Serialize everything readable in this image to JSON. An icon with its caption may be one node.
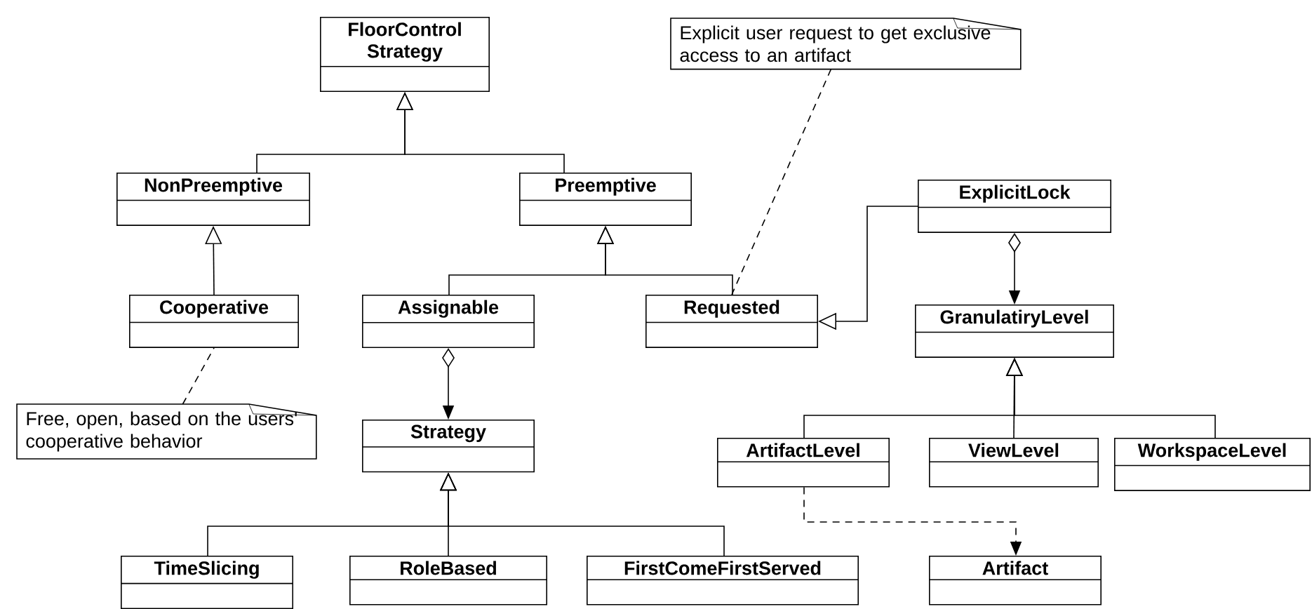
{
  "diagram": {
    "nodes": [
      {
        "text": [
          "FloorControl Strategy"
        ]
      },
      {
        "text": [
          "NonPreemptive"
        ]
      },
      {
        "text": [
          "Preemptive"
        ]
      },
      {
        "text": [
          "Cooperative"
        ]
      },
      {
        "text": [
          "Assignable"
        ]
      },
      {
        "text": [
          "Requested"
        ]
      },
      {
        "text": [
          "ExplicitLock"
        ]
      },
      {
        "text": [
          "GranulatiryLevel"
        ]
      },
      {
        "text": [
          "Strategy"
        ]
      },
      {
        "text": [
          "TimeSlicing"
        ]
      },
      {
        "text": [
          "RoleBased"
        ]
      },
      {
        "text": [
          "FirstComeFirstServed"
        ]
      },
      {
        "text": [
          "ArtifactLevel"
        ]
      },
      {
        "text": [
          "ViewLevel"
        ]
      },
      {
        "text": [
          "WorkspaceLevel"
        ]
      },
      {
        "text": [
          "Artifact"
        ]
      },
      {
        "text": [
          "Explicit user request to get exclusive access to an artifact"
        ]
      },
      {
        "text": [
          "Free, open, based on the users' cooperative behavior"
        ]
      }
    ],
    "edges": [
      {
        "from": 1,
        "to": 0,
        "arrow": "to"
      },
      {
        "from": 2,
        "to": 0,
        "arrow": "to"
      },
      {
        "from": 3,
        "to": 1,
        "arrow": "to"
      },
      {
        "from": 4,
        "to": 2,
        "arrow": "to"
      },
      {
        "from": 5,
        "to": 2,
        "arrow": "to"
      },
      {
        "from": 6,
        "to": 5,
        "arrow": "to"
      },
      {
        "from": 6,
        "to": 7,
        "arrow": "to"
      },
      {
        "from": 4,
        "to": 8,
        "arrow": "to"
      },
      {
        "from": 9,
        "to": 8,
        "arrow": "to"
      },
      {
        "from": 10,
        "to": 8,
        "arrow": "to"
      },
      {
        "from": 11,
        "to": 8,
        "arrow": "to"
      },
      {
        "from": 12,
        "to": 7,
        "arrow": "to"
      },
      {
        "from": 13,
        "to": 7,
        "arrow": "to"
      },
      {
        "from": 14,
        "to": 7,
        "arrow": "to"
      },
      {
        "from": 12,
        "to": 15,
        "arrow": "to",
        "style": "dashed"
      },
      {
        "from": 16,
        "to": 5,
        "arrow": "none",
        "style": "dashed"
      },
      {
        "from": 17,
        "to": 3,
        "arrow": "none",
        "style": "dashed"
      }
    ]
  }
}
